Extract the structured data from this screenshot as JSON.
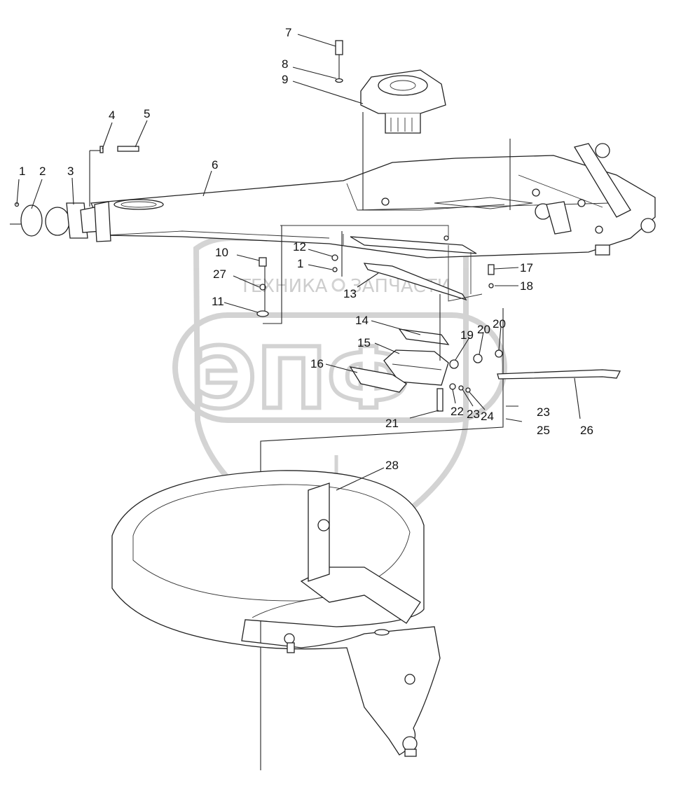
{
  "diagram": {
    "callouts": [
      {
        "id": "c1a",
        "text": "1"
      },
      {
        "id": "c2",
        "text": "2"
      },
      {
        "id": "c3",
        "text": "3"
      },
      {
        "id": "c4",
        "text": "4"
      },
      {
        "id": "c5",
        "text": "5"
      },
      {
        "id": "c6",
        "text": "6"
      },
      {
        "id": "c7",
        "text": "7"
      },
      {
        "id": "c8",
        "text": "8"
      },
      {
        "id": "c9",
        "text": "9"
      },
      {
        "id": "c10",
        "text": "10"
      },
      {
        "id": "c27",
        "text": "27"
      },
      {
        "id": "c11",
        "text": "11"
      },
      {
        "id": "c12",
        "text": "12"
      },
      {
        "id": "c1b",
        "text": "1"
      },
      {
        "id": "c13",
        "text": "13"
      },
      {
        "id": "c17",
        "text": "17"
      },
      {
        "id": "c18",
        "text": "18"
      },
      {
        "id": "c14",
        "text": "14"
      },
      {
        "id": "c15",
        "text": "15"
      },
      {
        "id": "c16",
        "text": "16"
      },
      {
        "id": "c19",
        "text": "19"
      },
      {
        "id": "c20a",
        "text": "20"
      },
      {
        "id": "c20b",
        "text": "20"
      },
      {
        "id": "c21",
        "text": "21"
      },
      {
        "id": "c22",
        "text": "22"
      },
      {
        "id": "c23a",
        "text": "23"
      },
      {
        "id": "c24",
        "text": "24"
      },
      {
        "id": "c23b",
        "text": "23"
      },
      {
        "id": "c25",
        "text": "25"
      },
      {
        "id": "c26",
        "text": "26"
      },
      {
        "id": "c28",
        "text": "28"
      }
    ],
    "watermark": {
      "left_text": "ТЕХНИКА",
      "right_text": "ЗАПЧАСТИ",
      "logo_text": "ЭПФ"
    }
  }
}
